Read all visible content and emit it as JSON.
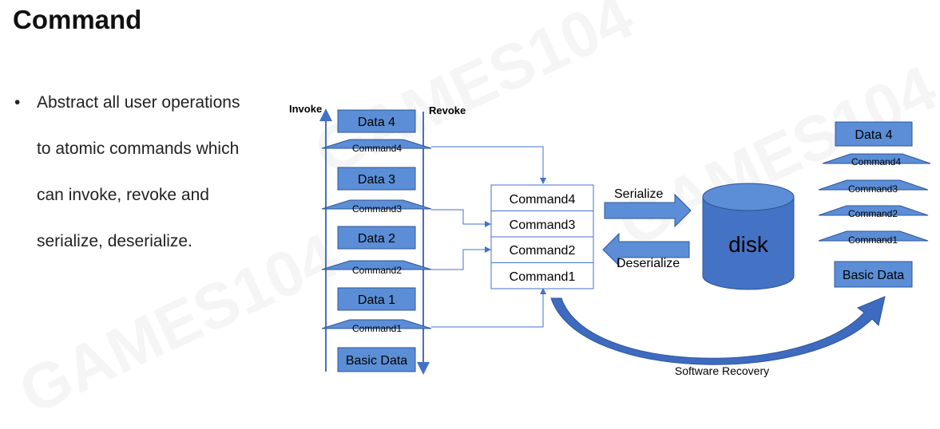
{
  "title": "Command",
  "bullet": {
    "lines": [
      "Abstract all user operations",
      "to atomic commands which",
      "can invoke, revoke and",
      "serialize, deserialize."
    ]
  },
  "watermark": "GAMES104",
  "diagram": {
    "invoke_label": "Invoke",
    "revoke_label": "Revoke",
    "left_stack": {
      "data4": "Data 4",
      "cmd4": "Command4",
      "data3": "Data 3",
      "cmd3": "Command3",
      "data2": "Data 2",
      "cmd2": "Command2",
      "data1": "Data 1",
      "cmd1": "Command1",
      "basic": "Basic Data"
    },
    "command_list": [
      "Command4",
      "Command3",
      "Command2",
      "Command1"
    ],
    "serialize_label": "Serialize",
    "deserialize_label": "Deserialize",
    "disk_label": "disk",
    "right_stack": {
      "data4": "Data 4",
      "cmd4": "Command4",
      "cmd3": "Command3",
      "cmd2": "Command2",
      "cmd1": "Command1",
      "basic": "Basic Data"
    },
    "recovery_label": "Software Recovery"
  },
  "colors": {
    "box_fill": "#5b8ed6",
    "box_stroke": "#2f5597",
    "disk_fill": "#4472c4",
    "line": "#4472c4"
  }
}
